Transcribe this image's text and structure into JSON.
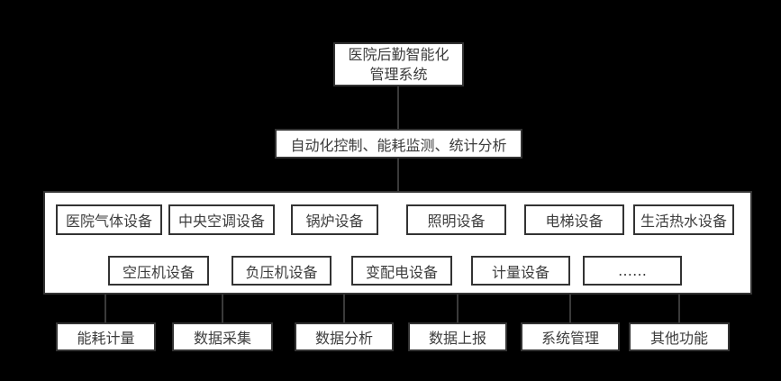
{
  "diagram_title": "医院后勤智能化管理系统",
  "colors": {
    "background": "#000000",
    "box_fill": "#ffffff",
    "box_border": "#333333",
    "text": "#3d3d3d",
    "connector_line": "#3a3a3a"
  },
  "tree": {
    "root": {
      "lines": [
        "医院后勤智能化",
        "管理系统"
      ]
    },
    "middle": "自动化控制、能耗监测、统计分析",
    "equipment_row1": [
      "医院气体设备",
      "中央空调设备",
      "锅炉设备",
      "照明设备",
      "电梯设备",
      "生活热水设备"
    ],
    "equipment_row2": [
      "空压机设备",
      "负压机设备",
      "变配电设备",
      "计量设备",
      "……"
    ],
    "functions": [
      "能耗计量",
      "数据采集",
      "数据分析",
      "数据上报",
      "系统管理",
      "其他功能"
    ]
  }
}
